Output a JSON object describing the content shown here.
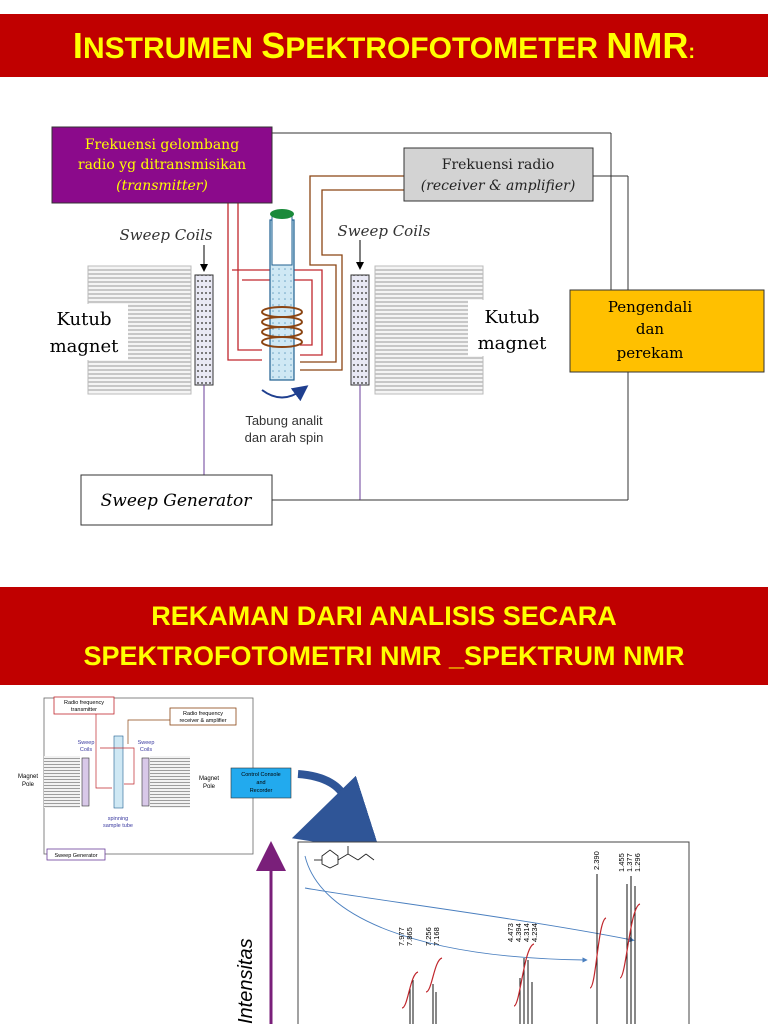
{
  "slide1": {
    "title_parts": [
      "I",
      "NSTRUMEN ",
      "S",
      "PEKTROFOTOMETER ",
      "NMR",
      ":"
    ],
    "transmitter_label_line1": "Frekuensi gelombang",
    "transmitter_label_line2": "radio yg ditransmisikan",
    "transmitter_label_line3": "(transmitter)",
    "receiver_label_line1": "Frekuensi radio",
    "receiver_label_line2": "(receiver & amplifier)",
    "sweep_coils_left": "Sweep Coils",
    "sweep_coils_right": "Sweep Coils",
    "magnet_left_line1": "Kutub",
    "magnet_left_line2": "magnet",
    "magnet_right_line1": "Kutub",
    "magnet_right_line2": "magnet",
    "controller_line1": "Pengendali",
    "controller_line2": "dan",
    "controller_line3": "perekam",
    "tube_label_line1": "Tabung analit",
    "tube_label_line2": "dan arah spin",
    "sweep_generator": "Sweep Generator"
  },
  "slide2": {
    "title_line1": "REKAMAN DARI ANALISIS SECARA",
    "title_line2": "SPEKTROFOTOMETRI NMR _SPEKTRUM NMR",
    "mini_transmitter_line1": "Radio frequency",
    "mini_transmitter_line2": "transmitter",
    "mini_receiver_line1": "Radio frequency",
    "mini_receiver_line2": "receiver & amplifier",
    "mini_sweep_left_line1": "Sweep",
    "mini_sweep_left_line2": "Coils",
    "mini_sweep_right_line1": "Sweep",
    "mini_sweep_right_line2": "Coils",
    "mini_magnet_left_line1": "Magnet",
    "mini_magnet_left_line2": "Pole",
    "mini_magnet_right_line1": "Magnet",
    "mini_magnet_right_line2": "Pole",
    "mini_console_line1": "Control Console",
    "mini_console_line2": "and",
    "mini_console_line3": "Recorder",
    "mini_tube_line1": "spinning",
    "mini_tube_line2": "sample tube",
    "mini_sweep_generator": "Sweep Generator",
    "y_axis_label": "Intensitas",
    "peak_labels_group1": [
      "7.977",
      "7.865",
      "7.256",
      "7.168"
    ],
    "peak_labels_group2": [
      "4.473",
      "4.394",
      "4.314",
      "4.234"
    ],
    "peak_labels_group3": [
      "2.390"
    ],
    "peak_labels_group4": [
      "1.455",
      "1.377",
      "1.296"
    ]
  },
  "colors": {
    "banner_bg": "#c00000",
    "banner_text": "#ffff00",
    "transmitter_box": "#8b0a8b",
    "receiver_box": "#d3d3d3",
    "controller_box": "#ffc000",
    "console_box": "#22aaee",
    "arrow_blue": "#2f5597",
    "wire_red": "#c0272d",
    "wire_brown": "#8b4513",
    "wire_purple": "#6a3d9a",
    "axis_purple": "#7a1f7a"
  }
}
